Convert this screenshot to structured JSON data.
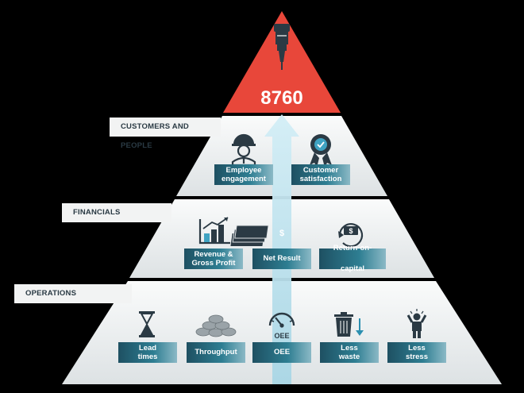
{
  "apex": {
    "value": "8760",
    "icon": "cnc-spindle-icon"
  },
  "levels": {
    "customers": {
      "label": "CUSTOMERS AND PEOPLE",
      "items": [
        {
          "label": "Employee\nengagement",
          "icon": "worker-helmet-icon"
        },
        {
          "label": "Customer\nsatisfaction",
          "icon": "award-badge-icon"
        }
      ]
    },
    "financials": {
      "label": "FINANCIALS",
      "items": [
        {
          "label": "Revenue &\nGross Profit",
          "icon": "bar-chart-icon"
        },
        {
          "label": "Net Result",
          "icon": "cash-stack-icon"
        },
        {
          "label": "Return-on-capital",
          "icon": "money-cycle-icon"
        }
      ]
    },
    "operations": {
      "label": "OPERATIONS",
      "items": [
        {
          "label": "Lead\ntimes",
          "icon": "hourglass-icon"
        },
        {
          "label": "Throughput",
          "icon": "parts-pile-icon"
        },
        {
          "label": "OEE",
          "icon": "gauge-icon",
          "icon_text": "OEE"
        },
        {
          "label": "Less\nwaste",
          "icon": "trash-bin-icon"
        },
        {
          "label": "Less\nstress",
          "icon": "stressed-person-icon"
        }
      ]
    }
  },
  "colors": {
    "apex": "#e8473a",
    "tier_top": "#f7f8f8",
    "tier_bottom": "#dfe3e5",
    "tag": "#2e7e92",
    "arrow": "#bfe3ee",
    "icon": "#2b3a44",
    "accent": "#2b8fb0"
  }
}
